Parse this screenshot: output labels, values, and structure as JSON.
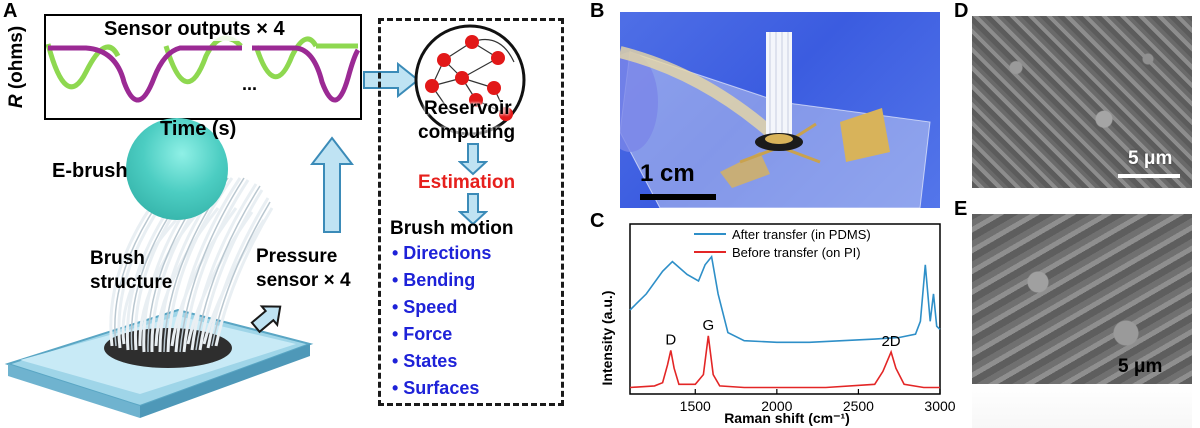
{
  "panels": {
    "A": {
      "letter": "A",
      "sensor_title": "Sensor outputs × 4",
      "y_label": "(ohms)",
      "y_symbol": "R",
      "x_label": "Time (s)",
      "ellipsis": "...",
      "ebrush_label": "E-brush",
      "brush_label_1": "Brush",
      "brush_label_2": "structure",
      "pressure_label_1": "Pressure",
      "pressure_label_2": "sensor × 4",
      "reservoir_label_1": "Reservoir",
      "reservoir_label_2": "computing",
      "estimation_label": "Estimation",
      "motion_title": "Brush motion",
      "motion_items": [
        "• Directions",
        "• Bending",
        "• Speed",
        "• Force",
        "• States",
        "• Surfaces"
      ],
      "colors": {
        "green_curve": "#8ed850",
        "purple_curve": "#9b2a94",
        "arrow_fill": "#bfe3f3",
        "arrow_stroke": "#3b8bb8",
        "node": "#e21818",
        "estimation": "#e6201d",
        "list": "#1e22d8"
      }
    },
    "B": {
      "letter": "B",
      "scale": "1 cm"
    },
    "C": {
      "letter": "C"
    },
    "D": {
      "letter": "D",
      "scale": "5 μm"
    },
    "E": {
      "letter": "E",
      "scale": "5 μm"
    }
  },
  "chart_data": {
    "type": "line",
    "title": "",
    "xlabel": "Raman shift (cm⁻¹)",
    "ylabel": "Intensity (a.u.)",
    "xlim": [
      1100,
      3000
    ],
    "x_ticks": [
      "1500",
      "2000",
      "2500",
      "3000"
    ],
    "x_tick_values": [
      1500,
      2000,
      2500,
      3000
    ],
    "legend_position": "top-right",
    "peak_labels": [
      {
        "text": "D",
        "x": 1350
      },
      {
        "text": "G",
        "x": 1580
      },
      {
        "text": "2D",
        "x": 2700
      }
    ],
    "series": [
      {
        "name": "After transfer (in PDMS)",
        "color": "#2e8fc8",
        "x": [
          1100,
          1200,
          1300,
          1360,
          1450,
          1520,
          1560,
          1600,
          1640,
          1700,
          1800,
          2000,
          2200,
          2400,
          2600,
          2750,
          2850,
          2880,
          2910,
          2940,
          2960,
          2980,
          3000
        ],
        "y": [
          0.52,
          0.62,
          0.76,
          0.82,
          0.74,
          0.7,
          0.8,
          0.85,
          0.62,
          0.38,
          0.33,
          0.32,
          0.32,
          0.33,
          0.34,
          0.35,
          0.37,
          0.45,
          0.8,
          0.45,
          0.62,
          0.42,
          0.4
        ]
      },
      {
        "name": "Before transfer (on PI)",
        "color": "#e32626",
        "x": [
          1100,
          1250,
          1300,
          1330,
          1350,
          1370,
          1400,
          1500,
          1550,
          1580,
          1610,
          1650,
          1800,
          2000,
          2300,
          2600,
          2650,
          2700,
          2730,
          2780,
          2900,
          3000
        ],
        "y": [
          0.04,
          0.05,
          0.07,
          0.18,
          0.27,
          0.16,
          0.06,
          0.06,
          0.12,
          0.36,
          0.12,
          0.05,
          0.04,
          0.04,
          0.04,
          0.06,
          0.14,
          0.26,
          0.16,
          0.06,
          0.04,
          0.04
        ]
      }
    ]
  }
}
